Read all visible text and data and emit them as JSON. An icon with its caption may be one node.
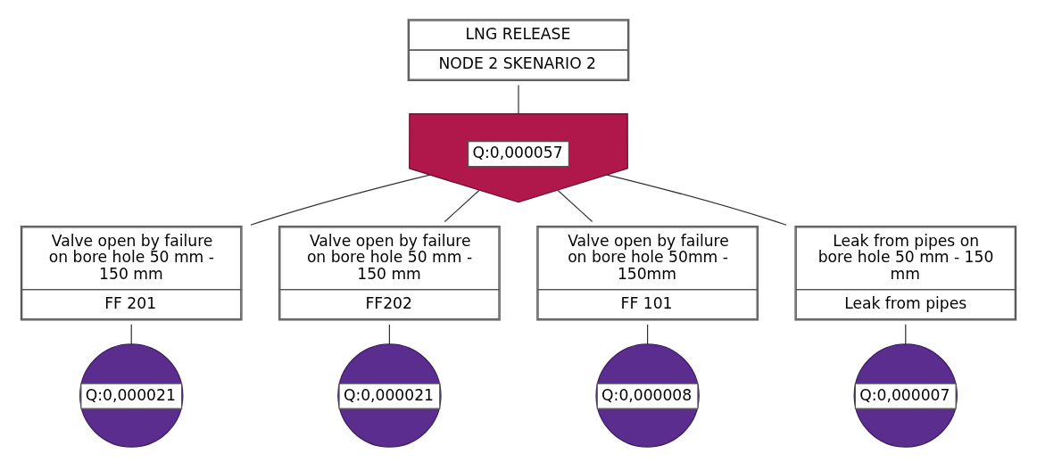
{
  "diagram": {
    "nodes": [
      {
        "text": [
          "LNG RELEASE",
          "NODE 2 SKENARIO 2"
        ]
      },
      {
        "text": [
          "Q:0,000057"
        ]
      },
      {
        "text": [
          "Valve open by failure on bore hole 50 mm - 150 mm",
          "FF 201"
        ]
      },
      {
        "text": [
          "Q:0,000021"
        ]
      },
      {
        "text": [
          "Valve open by failure on bore hole 50 mm - 150 mm",
          "FF202"
        ]
      },
      {
        "text": [
          "Q:0,000021"
        ]
      },
      {
        "text": [
          "Valve open by failure on bore hole 50mm - 150mm",
          "FF 101"
        ]
      },
      {
        "text": [
          "Q:0,000008"
        ]
      },
      {
        "text": [
          "Leak from pipes on bore hole 50 mm - 150 mm",
          "Leak from pipes"
        ]
      },
      {
        "text": [
          "Q:0,000007"
        ]
      }
    ],
    "edges": [
      {
        "from": 0,
        "to": 1,
        "arrow": "none"
      },
      {
        "from": 1,
        "to": 2,
        "arrow": "none"
      },
      {
        "from": 1,
        "to": 4,
        "arrow": "none"
      },
      {
        "from": 1,
        "to": 6,
        "arrow": "none"
      },
      {
        "from": 1,
        "to": 8,
        "arrow": "none"
      },
      {
        "from": 2,
        "to": 3,
        "arrow": "none"
      },
      {
        "from": 4,
        "to": 5,
        "arrow": "none"
      },
      {
        "from": 6,
        "to": 7,
        "arrow": "none"
      },
      {
        "from": 8,
        "to": 9,
        "arrow": "none"
      }
    ]
  }
}
